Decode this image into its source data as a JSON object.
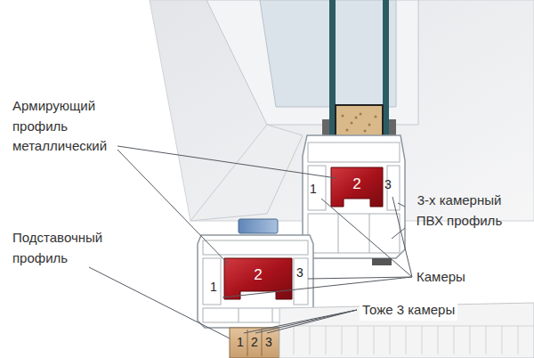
{
  "diagram": {
    "labels": [
      "Армирующий профиль металлический",
      "3-х камерный ПВХ профиль",
      "Подставочный профиль",
      "Камеры",
      "Тоже 3 камеры",
      "1",
      "2",
      "3",
      "1",
      "2",
      "3",
      "1",
      "2",
      "3"
    ]
  }
}
